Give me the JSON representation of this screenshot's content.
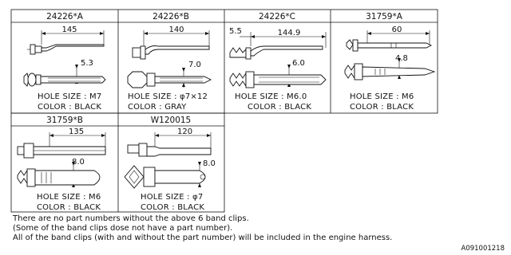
{
  "panels": [
    {
      "part": "24226*A",
      "dim_length": "145",
      "dim_width": "5.3",
      "hole_size": "HOLE SIZE : M7",
      "color": "COLOR : BLACK"
    },
    {
      "part": "24226*B",
      "dim_length": "140",
      "dim_width": "7.0",
      "hole_size": "HOLE SIZE : φ7×12",
      "color": "COLOR : GRAY"
    },
    {
      "part": "24226*C",
      "dim_offset": "5.5",
      "dim_length": "144.9",
      "dim_width": "6.0",
      "hole_size": "HOLE SIZE : M6.0",
      "color": "COLOR : BLACK"
    },
    {
      "part": "31759*A",
      "dim_length": "60",
      "dim_width": "4.8",
      "hole_size": "HOLE SIZE : M6",
      "color": "COLOR : BLACK"
    },
    {
      "part": "31759*B",
      "dim_length": "135",
      "dim_width": "8.0",
      "hole_size": "HOLE SIZE : M6",
      "color": "COLOR : BLACK"
    },
    {
      "part": "W120015",
      "dim_length": "120",
      "dim_width": "8.0",
      "hole_size": "HOLE SIZE : φ7",
      "color": "COLOR : BLACK"
    }
  ],
  "notes": [
    "There are no part numbers without the above 6 band clips.",
    "(Some of the band clips dose not have a part number).",
    "All of the band clips (with and without the part number) will be included in the engine harness."
  ],
  "reference": "A091001218"
}
